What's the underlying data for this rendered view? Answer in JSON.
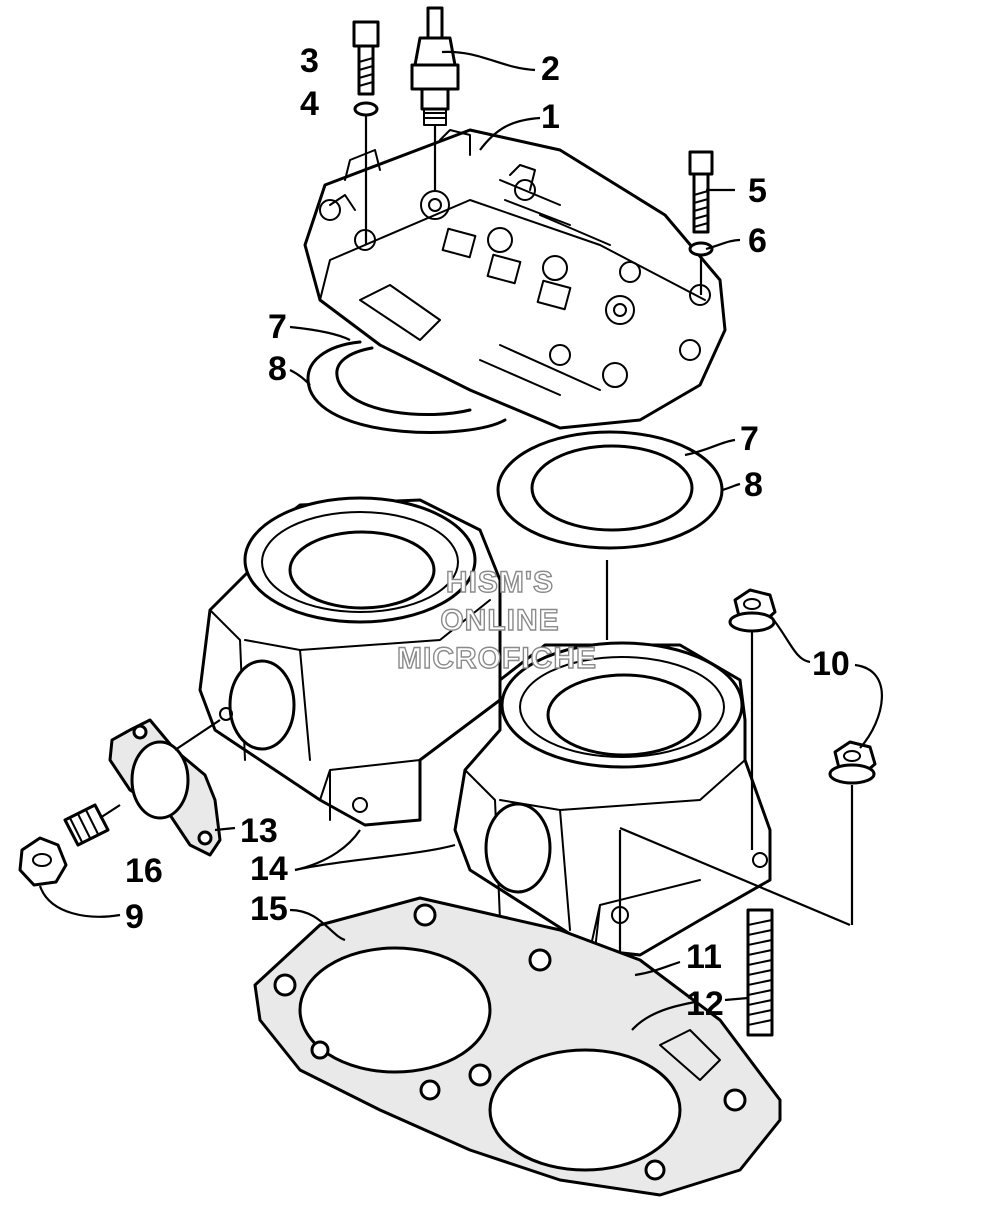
{
  "watermark": {
    "line1": "HISM'S",
    "line2": "ONLINE",
    "line3": "MICROFICHE"
  },
  "callouts": [
    {
      "id": "c1",
      "text": "1"
    },
    {
      "id": "c2",
      "text": "2"
    },
    {
      "id": "c3",
      "text": "3"
    },
    {
      "id": "c4",
      "text": "4"
    },
    {
      "id": "c5",
      "text": "5"
    },
    {
      "id": "c6",
      "text": "6"
    },
    {
      "id": "c7a",
      "text": "7"
    },
    {
      "id": "c8a",
      "text": "8"
    },
    {
      "id": "c7b",
      "text": "7"
    },
    {
      "id": "c8b",
      "text": "8"
    },
    {
      "id": "c10",
      "text": "10"
    },
    {
      "id": "c13",
      "text": "13"
    },
    {
      "id": "c14",
      "text": "14"
    },
    {
      "id": "c15",
      "text": "15"
    },
    {
      "id": "c16",
      "text": "16"
    },
    {
      "id": "c9",
      "text": "9"
    },
    {
      "id": "c11",
      "text": "11"
    },
    {
      "id": "c12",
      "text": "12"
    }
  ]
}
